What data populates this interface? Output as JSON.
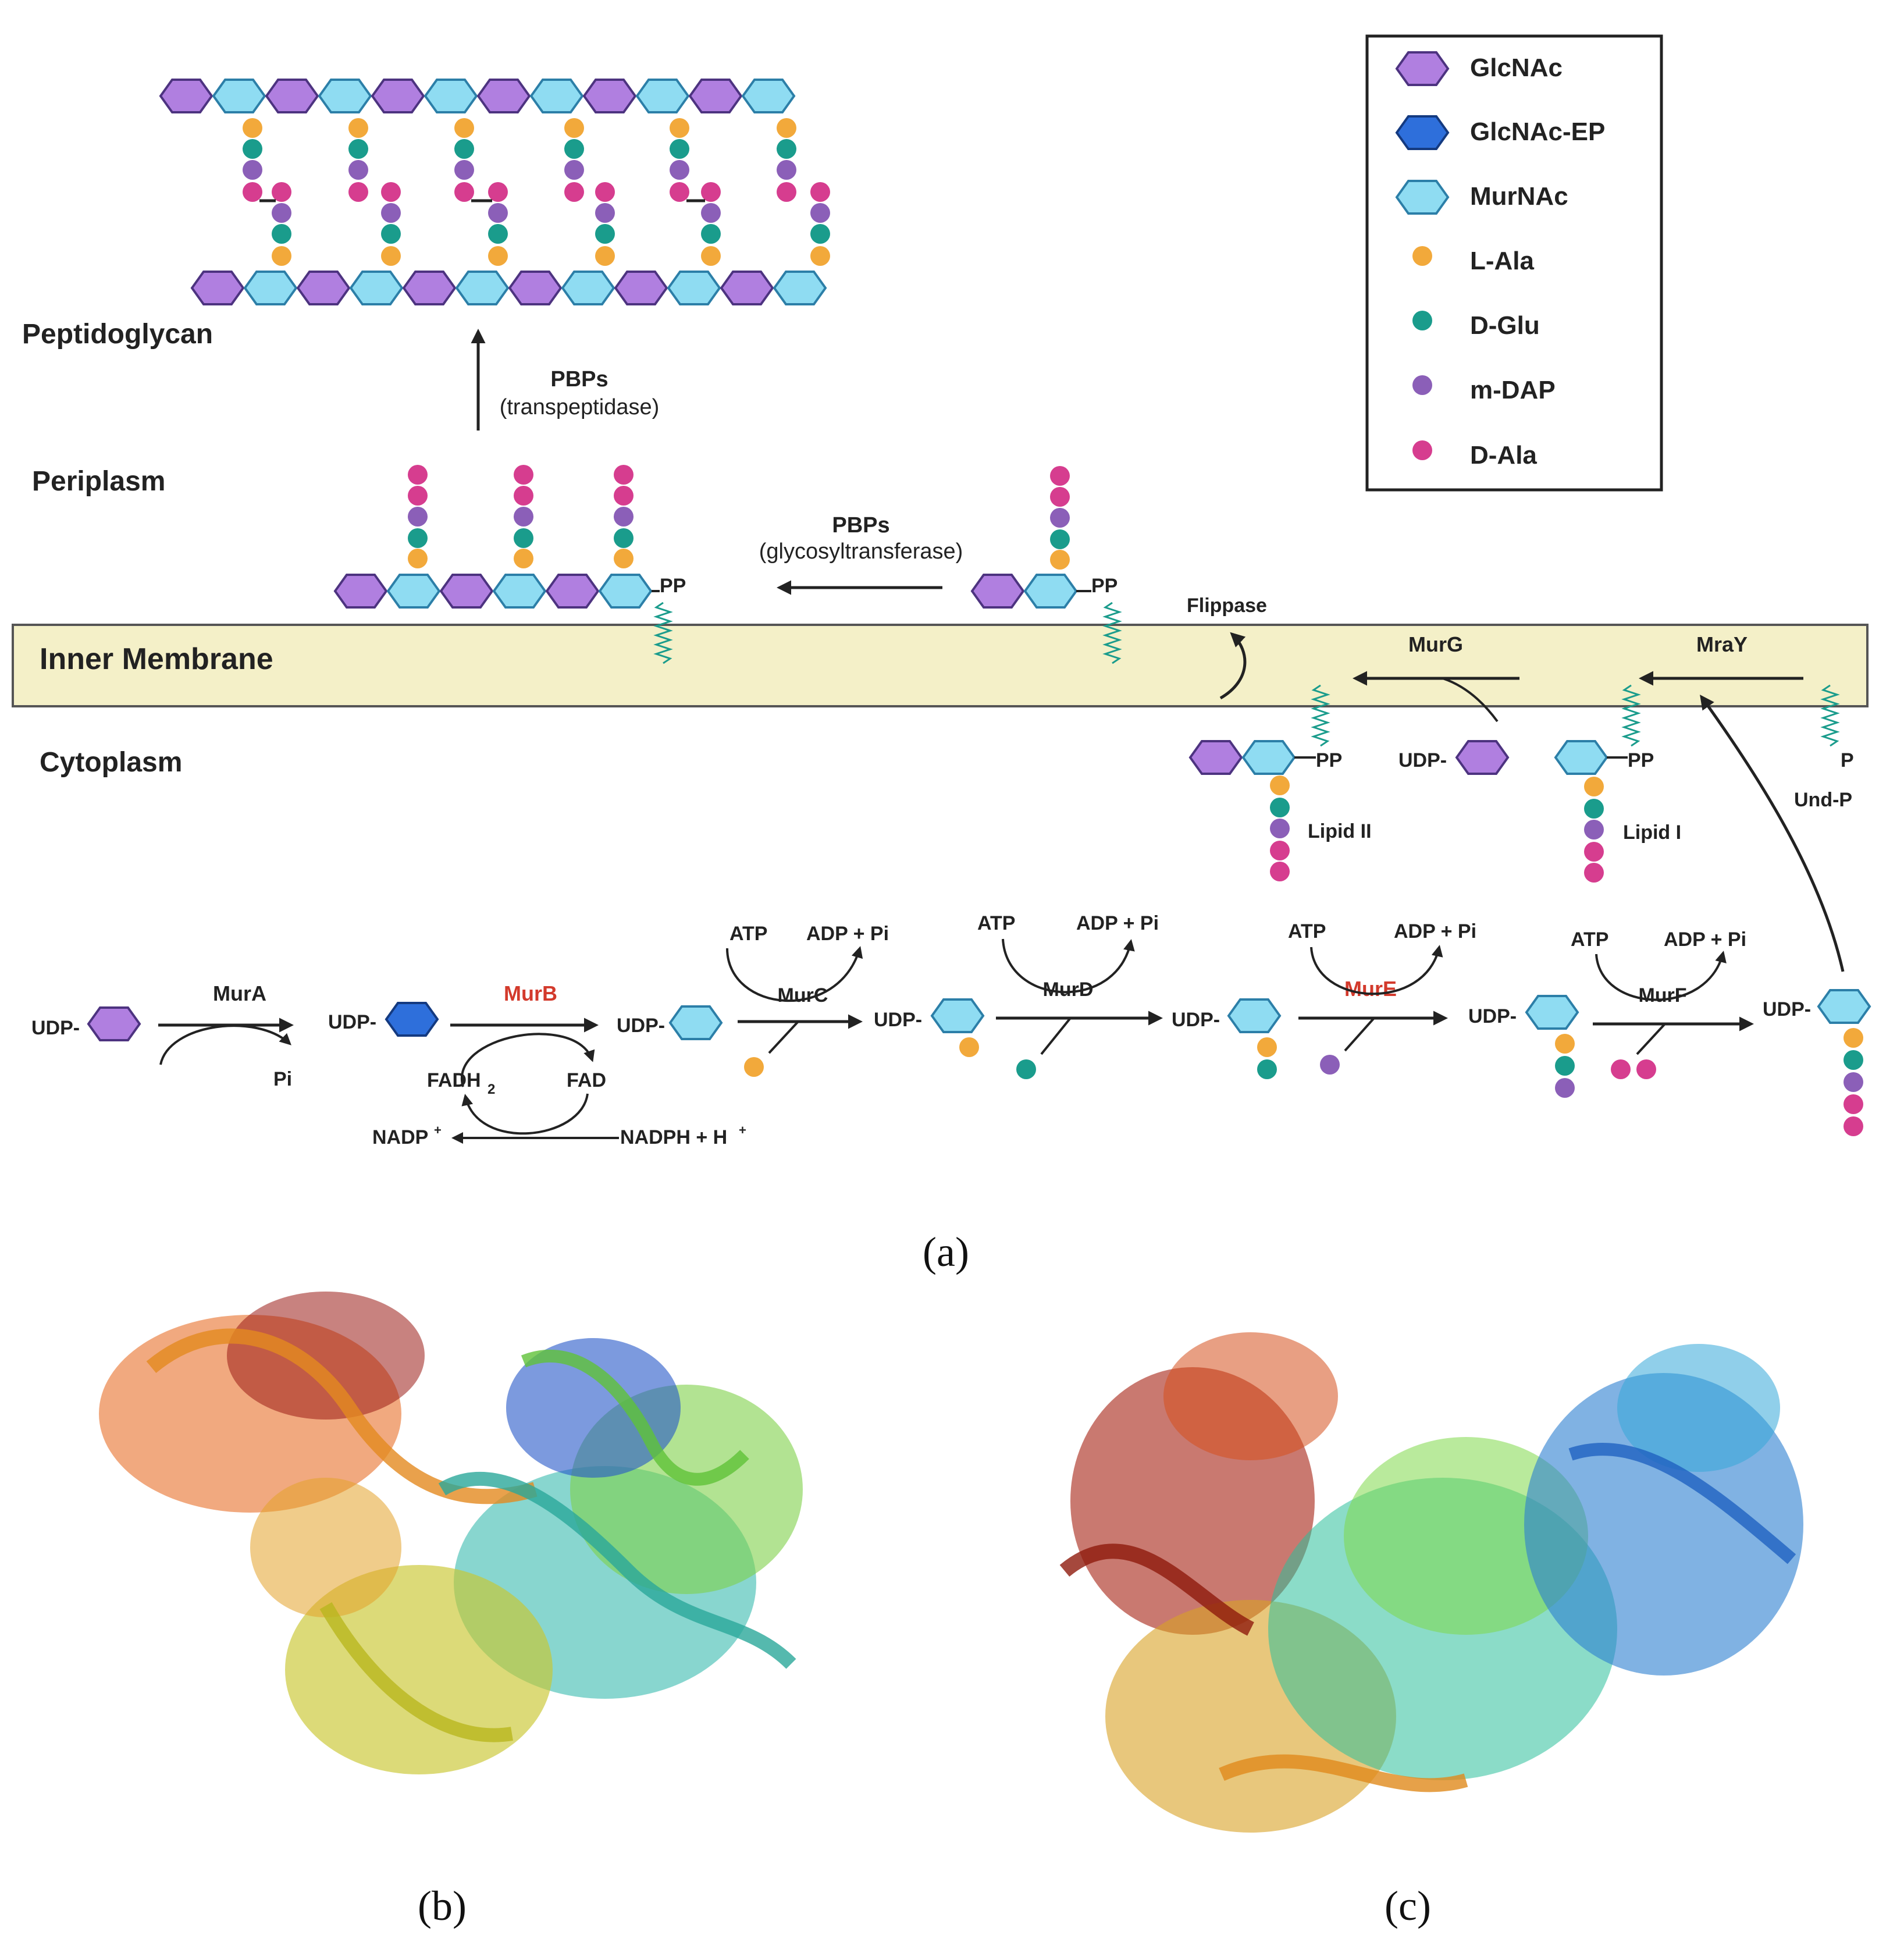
{
  "colors": {
    "glcnac": "#b07fe0",
    "glcnac_ep": "#2e6fdb",
    "murnac": "#8fdcf2",
    "l_ala": "#f2a93b",
    "d_glu": "#1a9c8c",
    "m_dap": "#8b5fb8",
    "d_ala": "#d63d8f",
    "membrane": "#f4f0c8",
    "red_enzyme": "#d33a2c"
  },
  "legend": {
    "items": [
      {
        "label": "GlcNAc",
        "icon": "purple-hexagon"
      },
      {
        "label": "GlcNAc-EP",
        "icon": "blue-hexagon"
      },
      {
        "label": "MurNAc",
        "icon": "cyan-hexagon"
      },
      {
        "label": "L-Ala",
        "icon": "orange-dot"
      },
      {
        "label": "D-Glu",
        "icon": "teal-dot"
      },
      {
        "label": "m-DAP",
        "icon": "violet-dot"
      },
      {
        "label": "D-Ala",
        "icon": "magenta-dot"
      }
    ]
  },
  "compartments": {
    "peptidoglycan": "Peptidoglycan",
    "periplasm": "Periplasm",
    "inner_membrane": "Inner Membrane",
    "cytoplasm": "Cytoplasm"
  },
  "labels": {
    "pbps_tp": "PBPs",
    "pbps_tp_sub": "(transpeptidase)",
    "pbps_gt": "PBPs",
    "pbps_gt_sub": "(glycosyltransferase)",
    "flippase": "Flippase",
    "murg": "MurG",
    "mray": "MraY",
    "pp": "PP",
    "p": "P",
    "und_p": "Und-P",
    "udp": "UDP-",
    "lipid_ii": "Lipid II",
    "lipid_i": "Lipid I",
    "mura": "MurA",
    "murb": "MurB",
    "murc": "MurC",
    "murd": "MurD",
    "mure": "MurE",
    "murf": "MurF",
    "pi": "Pi",
    "atp": "ATP",
    "adp_pi": "ADP + Pi",
    "fadh2": "FADH",
    "fadh2_sub": "2",
    "fad": "FAD",
    "nadp": "NADP",
    "nadp_sup": "+",
    "nadph": "NADPH + H",
    "nadph_sup": "+"
  },
  "captions": {
    "a": "(a)",
    "b": "(b)",
    "c": "(c)"
  }
}
